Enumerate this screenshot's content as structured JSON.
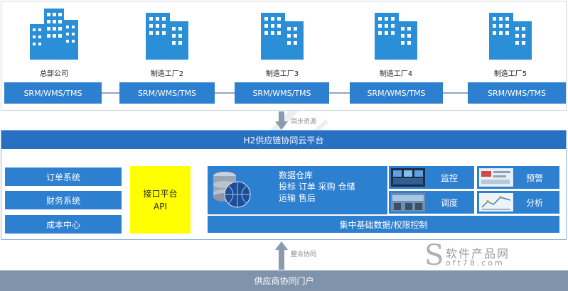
{
  "factories": [
    {
      "name": "总部公司",
      "system": "SRM/WMS/TMS"
    },
    {
      "name": "制造工厂2",
      "system": "SRM/WMS/TMS"
    },
    {
      "name": "制造工厂3",
      "system": "SRM/WMS/TMS"
    },
    {
      "name": "制造工厂4",
      "system": "SRM/WMS/TMS"
    },
    {
      "name": "制造工厂5",
      "system": "SRM/WMS/TMS"
    }
  ],
  "sync_label": "同步资源",
  "platform_title": "H2供应链协同云平台",
  "left_systems": [
    "订单系统",
    "财务系统",
    "成本中心"
  ],
  "api_box": {
    "line1": "接口平台",
    "line2": "API"
  },
  "data_warehouse": {
    "line1": "数据仓库",
    "line2": "投标    订单    采购    仓储",
    "line3": "运输    售后"
  },
  "tiles": {
    "monitor": "监控",
    "dispatch": "调度",
    "warning": "预警",
    "analysis": "分析"
  },
  "base_bar": "集中基础数据/权限控制",
  "integrate_label": "整合协同",
  "portal": "供应商协同门户",
  "brand": {
    "cn": "软件产品网",
    "url": "oft78.com"
  },
  "colors": {
    "primary": "#2d7fd0",
    "title_bar": "#2770c2",
    "api": "#ffff00",
    "portal": "#7f93ab"
  }
}
